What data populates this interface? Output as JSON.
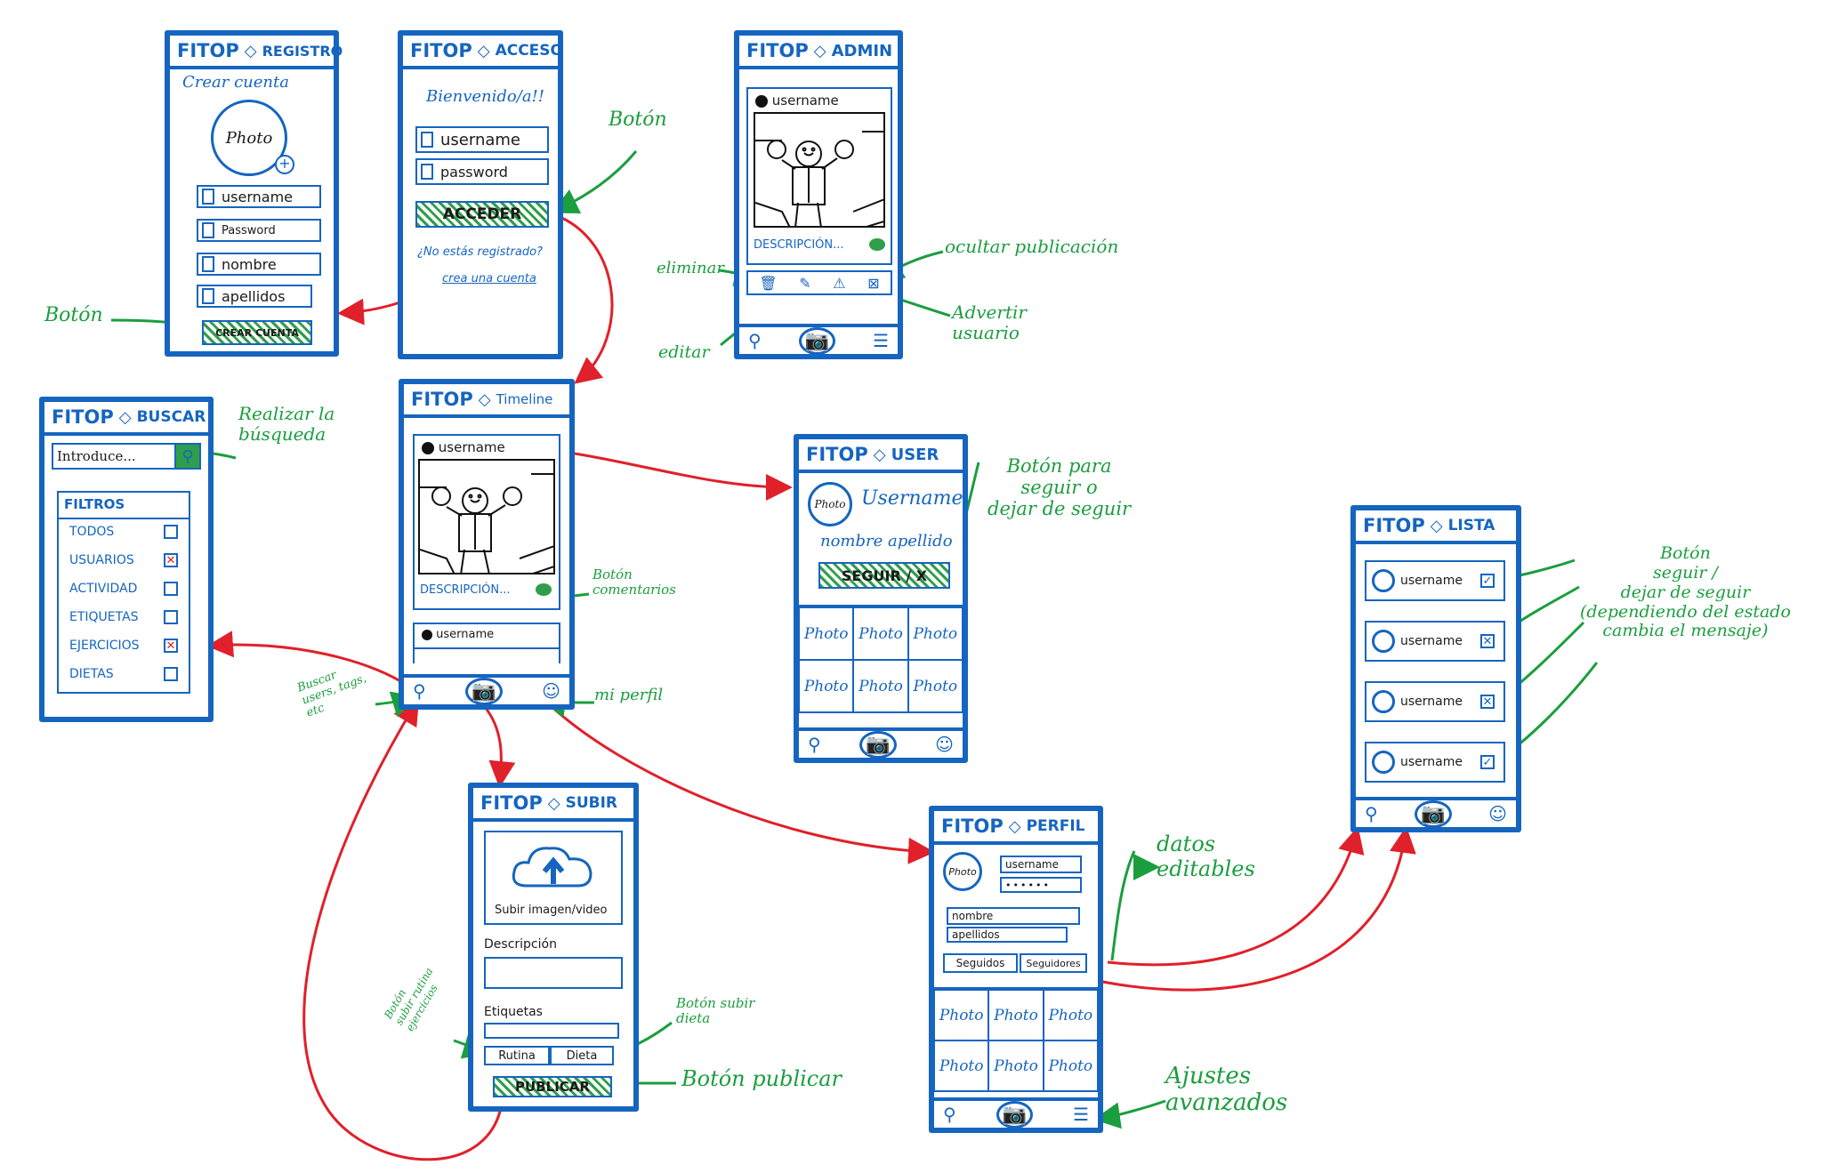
{
  "colors": {
    "ink": "#1565c0",
    "green": "#1b9e3e",
    "red": "#e0202a",
    "hatch": "#2e9e4a"
  },
  "brand": "FITOP",
  "registro": {
    "title": "REGISTRO",
    "heading": "Crear cuenta",
    "photo": "Photo",
    "fields": [
      "username",
      "Password",
      "nombre",
      "apellidos"
    ],
    "button": "CREAR CUENTA"
  },
  "acceso": {
    "title": "ACCESO",
    "greeting": "Bienvenido/a!!",
    "fields": [
      "username",
      "password"
    ],
    "button": "ACCEDER",
    "question": "¿No estás registrado?",
    "link": "crea una cuenta"
  },
  "admin": {
    "title": "ADMIN",
    "username": "username",
    "description": "DESCRIPCIÓN..."
  },
  "buscar": {
    "title": "BUSCAR",
    "placeholder": "Introduce...",
    "filters_title": "FILTROS",
    "filters": [
      "TODOS",
      "USUARIOS",
      "ACTIVIDAD",
      "ETIQUETAS",
      "EJERCICIOS",
      "DIETAS"
    ]
  },
  "timeline": {
    "title": "Timeline",
    "username": "username",
    "description": "DESCRIPCIÓN...",
    "username2": "username"
  },
  "user": {
    "title": "USER",
    "photo": "Photo",
    "username": "Username",
    "fullname": "nombre apellido",
    "button": "SEGUIR / X",
    "grid": [
      "Photo",
      "Photo",
      "Photo",
      "Photo",
      "Photo",
      "Photo"
    ]
  },
  "lista": {
    "title": "LISTA",
    "items": [
      "username",
      "username",
      "username",
      "username"
    ]
  },
  "subir": {
    "title": "SUBIR",
    "upload": "Subir imagen/video",
    "desc_label": "Descripción",
    "tags_label": "Etiquetas",
    "rutina": "Rutina",
    "dieta": "Dieta",
    "button": "PUBLICAR"
  },
  "perfil": {
    "title": "PERFIL",
    "photo": "Photo",
    "username": "username",
    "password": "••••••",
    "nombre": "nombre",
    "apellidos": "apellidos",
    "seguidos": "Seguidos",
    "seguidores": "Seguidores",
    "grid": [
      "Photo",
      "Photo",
      "Photo",
      "Photo",
      "Photo",
      "Photo"
    ]
  },
  "annotations": {
    "boton_registro": "Botón",
    "boton_acceso": "Botón",
    "eliminar": "eliminar",
    "ocultar": "ocultar publicación",
    "editar": "editar",
    "advertir": "Advertir\nusuario",
    "realizar": "Realizar la\nbúsqueda",
    "boton_comentarios": "Botón\ncomentarios",
    "buscar_nav": "Buscar\nusers, tags,\netc",
    "mi_perfil": "mi perfil",
    "boton_seguir": "Botón para\nseguir o\ndejar de seguir",
    "lista_boton": "Botón\nseguir /\ndejar de seguir\n(dependiendo del estado\ncambia el mensaje)",
    "rutina_btn": "Botón\nsubir rutina\nejercicios",
    "dieta_btn": "Botón subir\ndieta",
    "publicar_btn": "Botón publicar",
    "datos": "datos\neditables",
    "ajustes": "Ajustes\navanzados"
  }
}
